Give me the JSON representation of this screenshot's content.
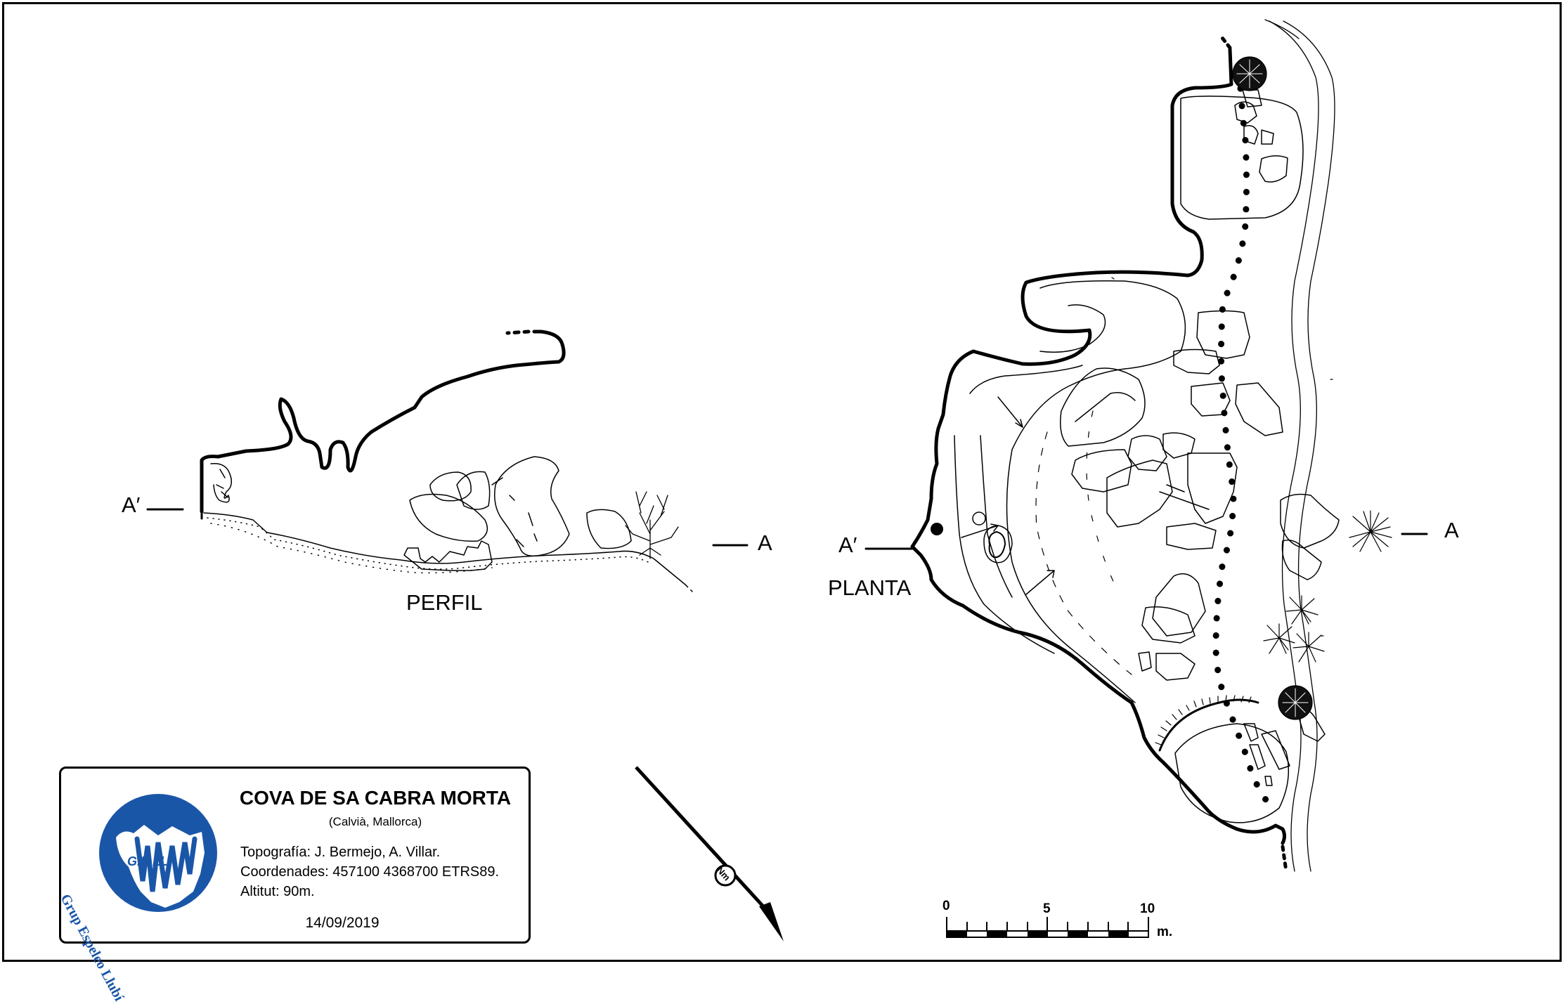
{
  "section_labels": {
    "a_prime_left": "A′",
    "a_right_left": "A",
    "a_prime_right": "A′",
    "a_right_right": "A"
  },
  "view_labels": {
    "profile": "PERFIL",
    "plan": "PLANTA"
  },
  "title_block": {
    "cave_name": "COVA DE SA CABRA MORTA",
    "location": "(Calvià, Mallorca)",
    "topography": "Topografía: J. Bermejo, A. Villar.",
    "coordinates": "Coordenades: 457100 4368700 ETRS89.",
    "altitude": "Altitut: 90m.",
    "date": "14/09/2019",
    "logo_text": "Grup Espeleo Llubí",
    "logo_abbrev": "G.E.LL."
  },
  "north_arrow": {
    "label": "Nm"
  },
  "scale_bar": {
    "labels": [
      "0",
      "5",
      "10"
    ],
    "unit": "m."
  },
  "colors": {
    "logo_blue": "#1a56a8",
    "ink": "#000000"
  }
}
